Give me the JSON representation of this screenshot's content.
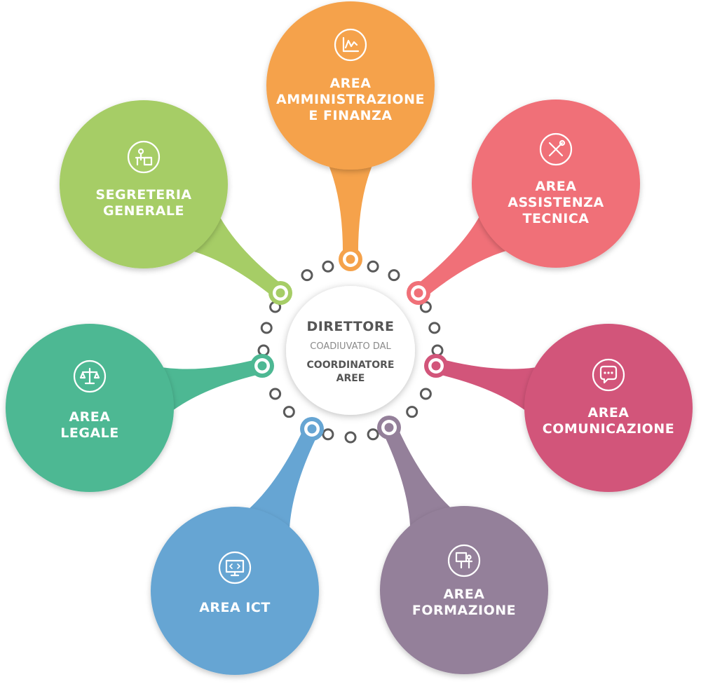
{
  "center": {
    "title": "DIRETTORE",
    "subtitle": "COADIUVATO DAL",
    "line1": "COORDINATORE",
    "line2": "AREE"
  },
  "nodes": [
    {
      "id": "amministrazione",
      "lines": [
        "AREA",
        "AMMINISTRAZIONE",
        "E FINANZA"
      ],
      "color": "#F5A24B",
      "icon": "chart-icon"
    },
    {
      "id": "assistenza",
      "lines": [
        "AREA",
        "ASSISTENZA",
        "TECNICA"
      ],
      "color": "#F07078",
      "icon": "tools-icon"
    },
    {
      "id": "comunicazione",
      "lines": [
        "AREA",
        "COMUNICAZIONE"
      ],
      "color": "#D2557A",
      "icon": "speech-bubble-icon"
    },
    {
      "id": "formazione",
      "lines": [
        "AREA",
        "FORMAZIONE"
      ],
      "color": "#94809A",
      "icon": "presentation-icon"
    },
    {
      "id": "ict",
      "lines": [
        "AREA  ICT"
      ],
      "color": "#66A5D3",
      "icon": "monitor-code-icon"
    },
    {
      "id": "legale",
      "lines": [
        "AREA",
        "LEGALE"
      ],
      "color": "#4DB893",
      "icon": "scales-icon"
    },
    {
      "id": "segreteria",
      "lines": [
        "SEGRETERIA",
        "GENERALE"
      ],
      "color": "#A6CD66",
      "icon": "desk-person-icon"
    }
  ]
}
